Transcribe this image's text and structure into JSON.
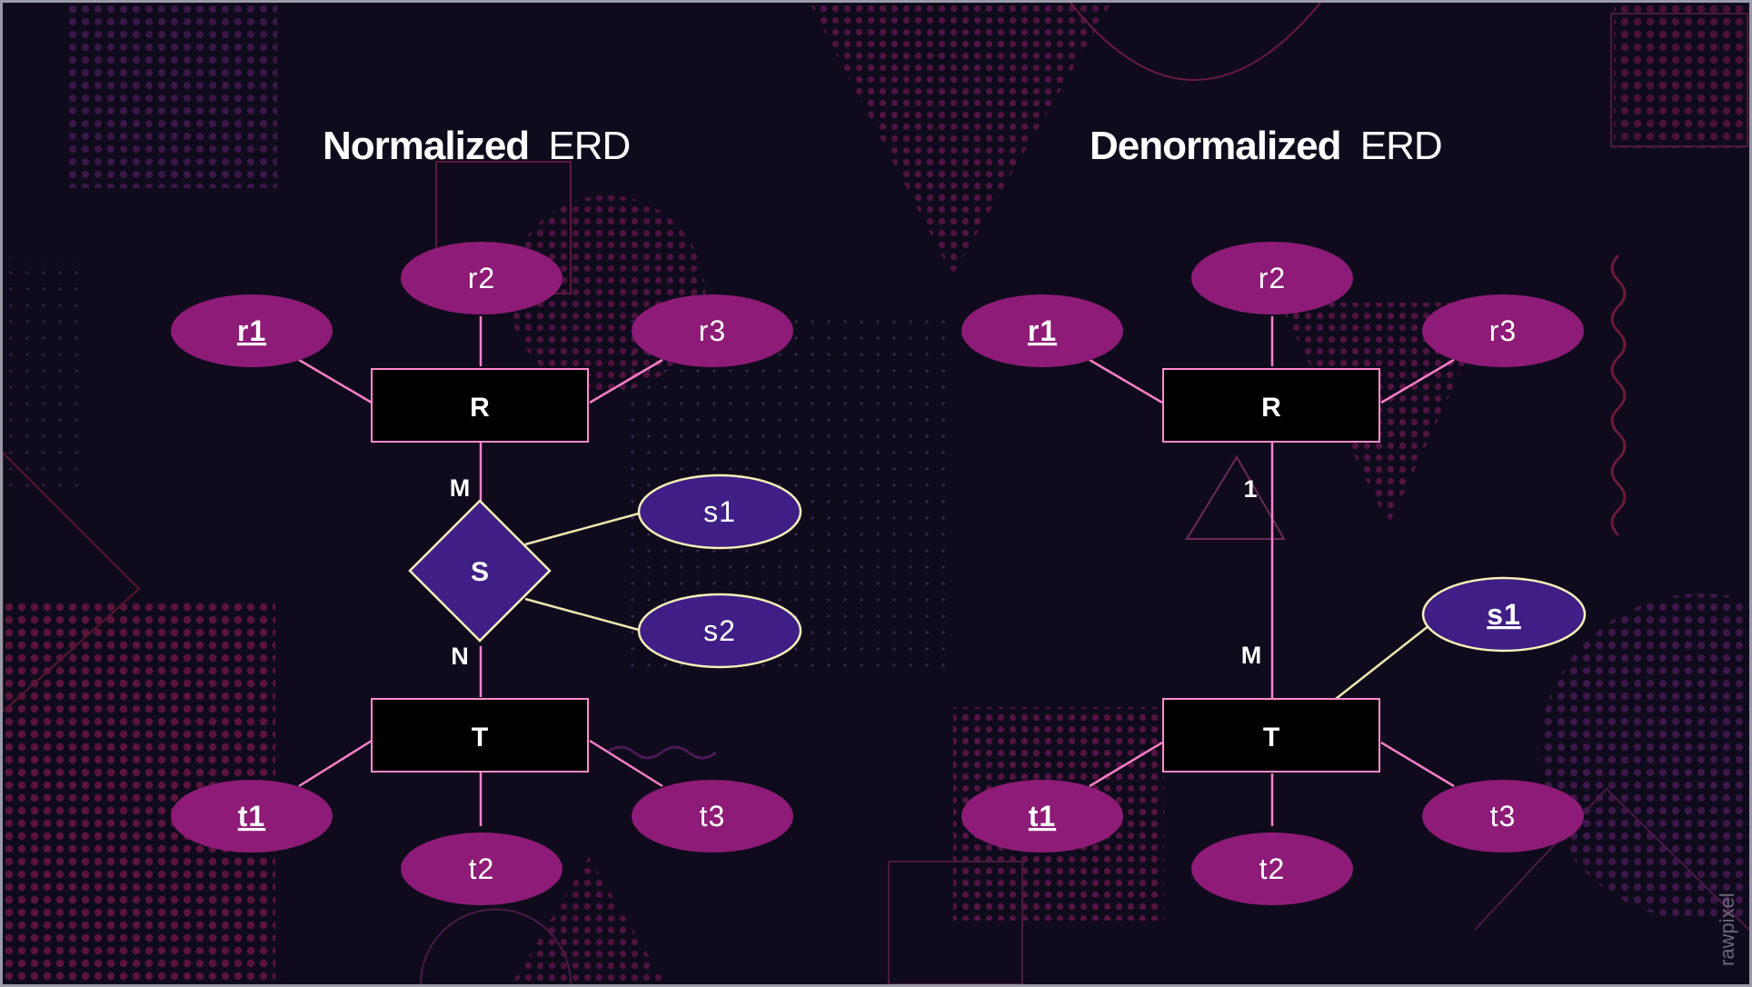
{
  "normalized": {
    "title_bold": "Normalized",
    "title_light": "ERD",
    "entities": {
      "R": "R",
      "T": "T"
    },
    "relationship": "S",
    "attributes": {
      "r1": "r1",
      "r2": "r2",
      "r3": "r3",
      "s1": "s1",
      "s2": "s2",
      "t1": "t1",
      "t2": "t2",
      "t3": "t3"
    },
    "keys": [
      "r1",
      "t1"
    ],
    "cardinality": {
      "top": "M",
      "bottom": "N"
    }
  },
  "denormalized": {
    "title_bold": "Denormalized",
    "title_light": "ERD",
    "entities": {
      "R": "R",
      "T": "T"
    },
    "attributes": {
      "r1": "r1",
      "r2": "r2",
      "r3": "r3",
      "s1": "s1",
      "t1": "t1",
      "t2": "t2",
      "t3": "t3"
    },
    "keys": [
      "r1",
      "s1",
      "t1"
    ],
    "cardinality": {
      "top": "1",
      "bottom": "M"
    }
  },
  "watermark": "rawpixel",
  "colors": {
    "background": "#0f0b1c",
    "entity_attribute": "#8e1b77",
    "relationship_attribute": "#3f1f86",
    "relationship_border": "#f7f0b8",
    "connector_entity": "#ff80c8",
    "connector_relationship": "#eee7b0",
    "entity_fill": "#000000",
    "entity_border": "#ff8ccd"
  }
}
